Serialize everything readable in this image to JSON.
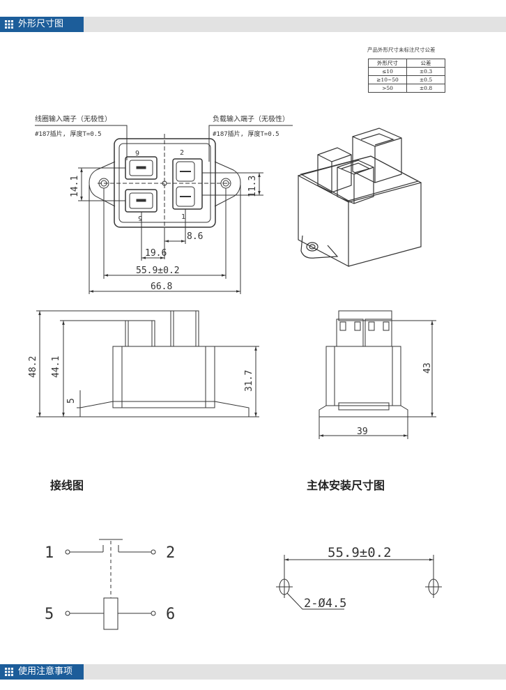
{
  "sections": {
    "outline": "外形尺寸图",
    "notes": "使用注意事项"
  },
  "tolerance": {
    "caption": "产品外形尺寸未标注尺寸公差",
    "headers": [
      "外形尺寸",
      "公差"
    ],
    "rows": [
      [
        "≤10",
        "±0.3"
      ],
      [
        "≥10~50",
        "±0.5"
      ],
      [
        ">50",
        "±0.8"
      ]
    ]
  },
  "top_view": {
    "coil_label": "线圈输入端子（无极性）",
    "coil_spec": "#187插片, 厚度T=0.5",
    "load_label": "负载输入端子（无极性）",
    "load_spec": "#187插片, 厚度T=0.5",
    "pins": [
      "6",
      "5",
      "2",
      "1"
    ],
    "dims": [
      "14.1",
      "11.3",
      "8.6",
      "19.6",
      "55.9±0.2",
      "66.8"
    ]
  },
  "side_view": {
    "dims": [
      "48.2",
      "44.1",
      "5",
      "31.7"
    ]
  },
  "end_view": {
    "dims": [
      "43",
      "39"
    ]
  },
  "wiring": {
    "title": "接线图",
    "pins": [
      "1",
      "2",
      "5",
      "6"
    ]
  },
  "mounting": {
    "title": "主体安装尺寸图",
    "spacing": "55.9±0.2",
    "hole": "2-Ø4.5"
  }
}
